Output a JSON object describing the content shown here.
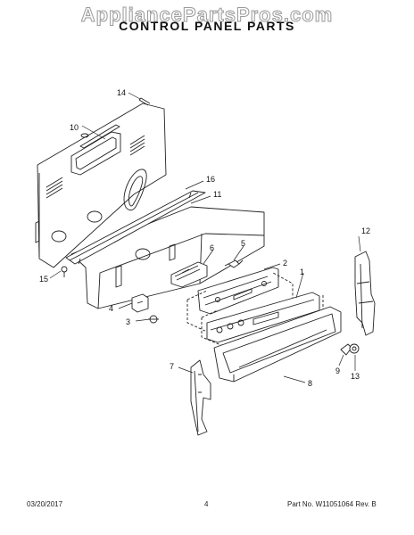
{
  "header": {
    "watermark": "AppliancePartsPros.com",
    "title": "CONTROL PANEL PARTS"
  },
  "callouts": {
    "c1": "1",
    "c2": "2",
    "c3": "3",
    "c4": "4",
    "c5": "5",
    "c6": "6",
    "c7": "7",
    "c8": "8",
    "c9": "9",
    "c10": "10",
    "c11": "11",
    "c12": "12",
    "c13": "13",
    "c14": "14",
    "c15": "15",
    "c16": "16"
  },
  "footer": {
    "date": "03/20/2017",
    "page": "4",
    "part_rev": "Part No. W11051064  Rev. B"
  }
}
